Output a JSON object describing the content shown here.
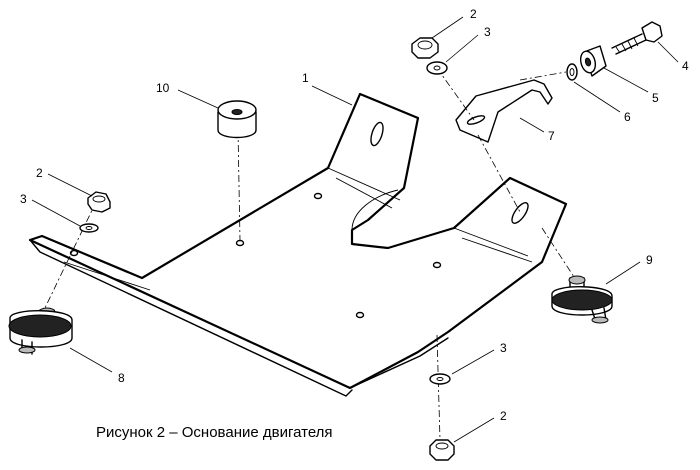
{
  "caption": "Рисунок 2 – Основание двигателя",
  "callouts": {
    "c1": "1",
    "c2a": "2",
    "c2b": "2",
    "c2c": "2",
    "c3a": "3",
    "c3b": "3",
    "c3c": "3",
    "c4": "4",
    "c5": "5",
    "c6": "6",
    "c7": "7",
    "c8": "8",
    "c9": "9",
    "c10": "10"
  }
}
